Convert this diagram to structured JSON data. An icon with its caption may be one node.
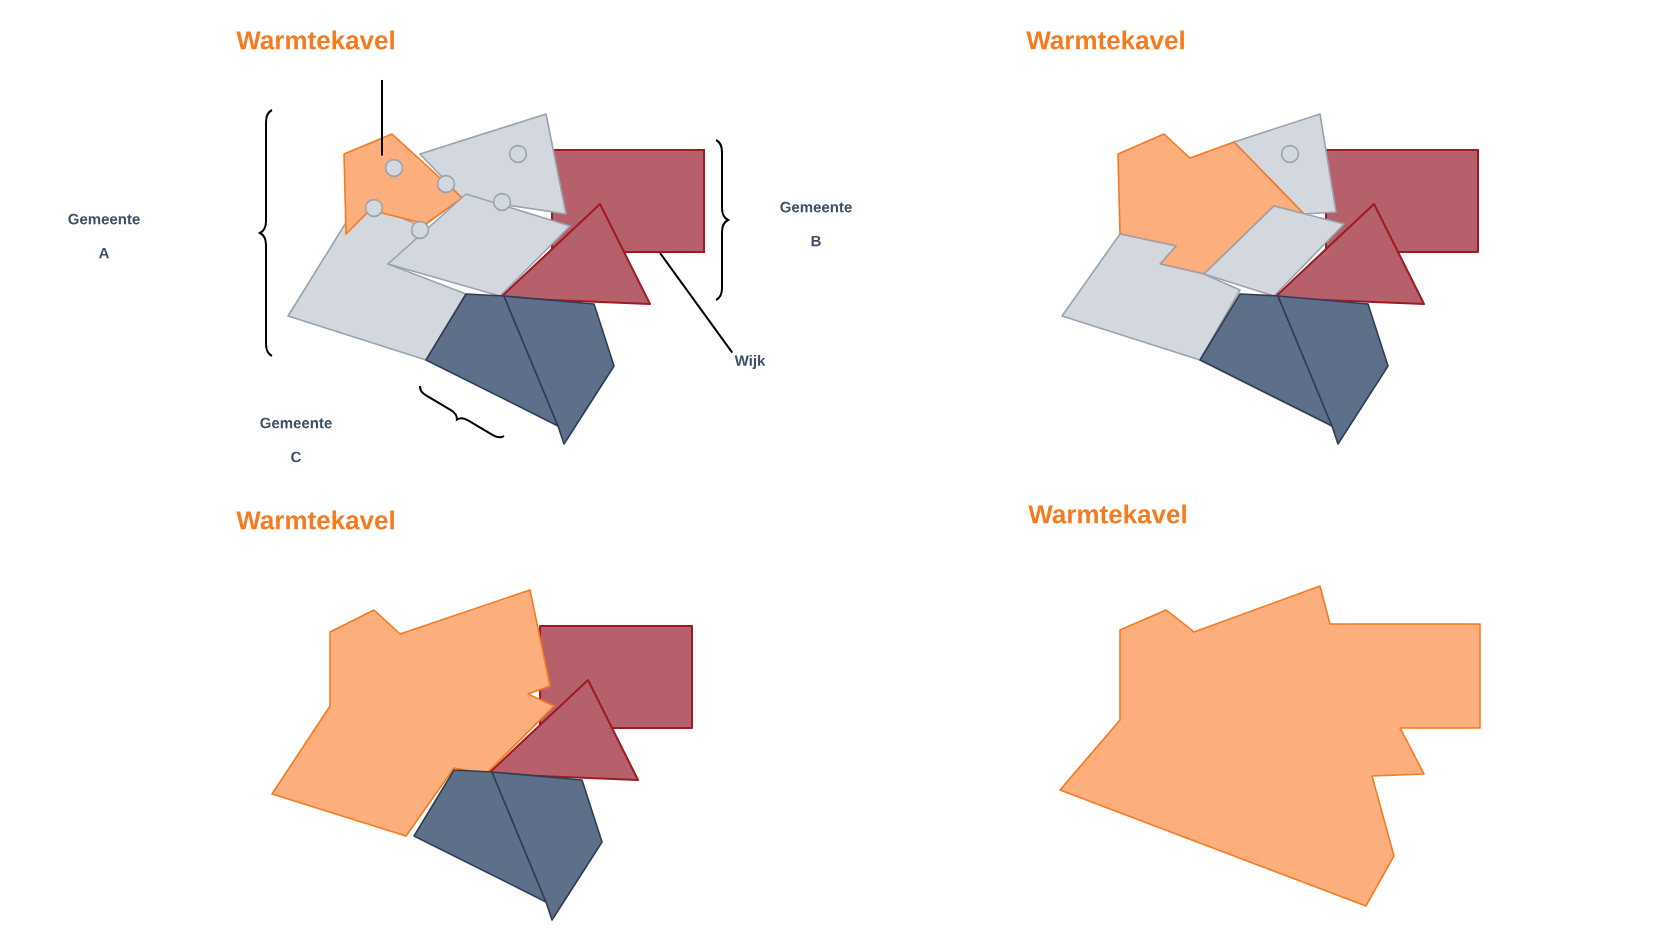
{
  "diagram": {
    "nodes": [
      {
        "text": [
          "Warmtekavel"
        ]
      },
      {
        "text": [],
        "shape": "polygon"
      },
      {
        "text": [
          "Wijk"
        ]
      },
      {
        "text": [],
        "shape": "box"
      }
    ],
    "edges": [
      {
        "from": 0,
        "to": 1,
        "arrow": "none"
      },
      {
        "from": 2,
        "to": 3,
        "arrow": "none"
      }
    ],
    "labels": [
      "Warmtekavel",
      "Gemeente A",
      "Gemeente B",
      "Gemeente C",
      "Warmtekavel",
      "Warmtekavel"
    ]
  }
}
